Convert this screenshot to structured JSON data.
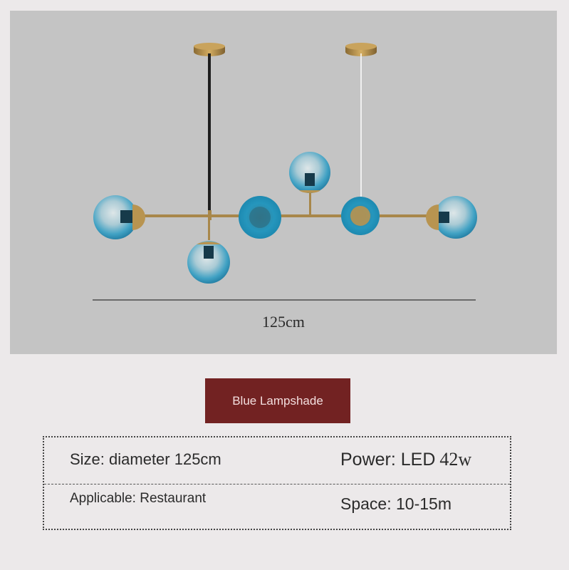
{
  "product_image": {
    "subject": "blue-glass-globe-chandelier",
    "globe_count": 6,
    "dimension_label": "125cm",
    "colors": {
      "background": "#c4c4c4",
      "brass": "#b08a4a",
      "glass": "#2a94b8"
    }
  },
  "variant_tag": {
    "label": "Blue Lampshade",
    "color": "#722222"
  },
  "specs": {
    "size": "Size: diameter 125cm",
    "power_label": "Power: LED",
    "power_value": "42w",
    "applicable": "Applicable: Restaurant",
    "space": "Space: 10-15m"
  }
}
